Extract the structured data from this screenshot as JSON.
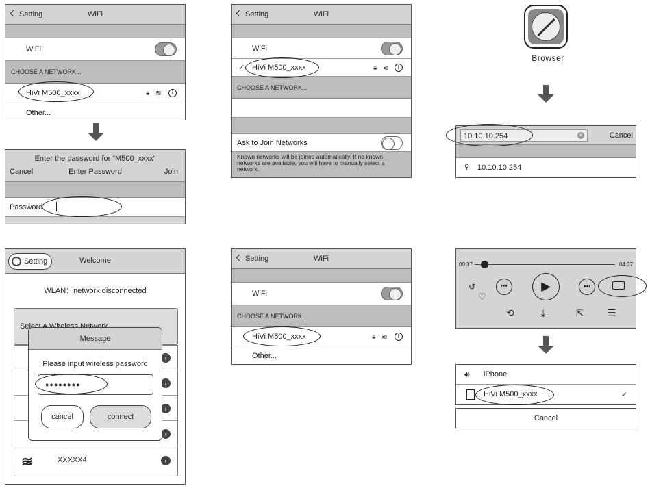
{
  "p1": {
    "back": "Setting",
    "title": "WiFi",
    "wifi_label": "WiFi",
    "section": "CHOOSE A NETWORK...",
    "network": "HiVi M500_xxxx",
    "other": "Other..."
  },
  "p2": {
    "prompt": "Enter the password for “M500_xxxx”",
    "cancel": "Cancel",
    "title": "Enter Password",
    "join": "Join",
    "password_label": "Password"
  },
  "p3": {
    "back": "Setting",
    "title": "WiFi",
    "wifi_label": "WiFi",
    "check": "✓",
    "connected": "HiVi M500_xxxx",
    "section": "CHOOSE A NETWORK...",
    "ask_label": "Ask to Join Networks",
    "note": "Known networks will be joined automatically. If no known networks are available, you will have to manually select a network."
  },
  "p4": {
    "app_label": "Browser",
    "url": "10.10.10.254",
    "cancel": "Cancel",
    "suggestion": "10.10.10.254"
  },
  "p5": {
    "setting": "Setting",
    "title": "Welcome",
    "status": "WLAN：network disconnected",
    "select": "Select A Wireless Network",
    "dialog_title": "Message",
    "dialog_prompt": "Please input wireless password",
    "password_dots": "●●●●●●●●",
    "cancel": "cancel",
    "connect": "connect",
    "last_network": "XXXXX4"
  },
  "p6": {
    "back": "Setting",
    "title": "WiFi",
    "wifi_label": "WiFi",
    "section": "CHOOSE A NETWORK...",
    "network": "HiVi M500_xxxx",
    "other": "Other..."
  },
  "p7": {
    "time_elapsed": "00:37",
    "time_remaining": "04:37",
    "progress_fraction": 0.07
  },
  "p8": {
    "iphone": "iPhone",
    "device": "HiVi M500_xxxx",
    "check": "✓",
    "cancel": "Cancel"
  }
}
